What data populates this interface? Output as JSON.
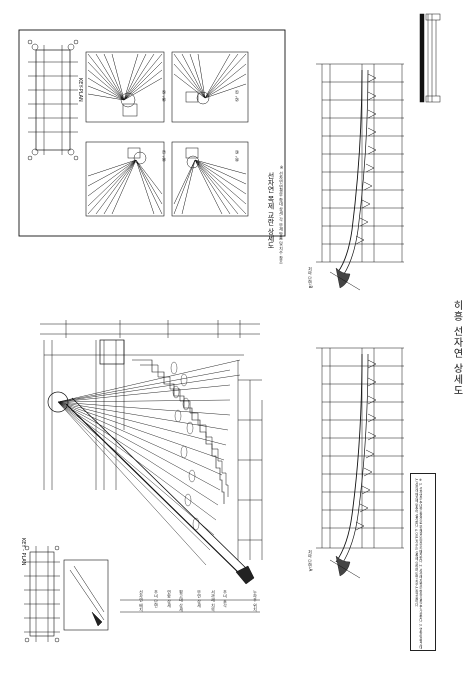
{
  "title": "히흥 선자연 상세도",
  "detail_title": "선자연 목제 교란 상세도",
  "detail_note": "※ 선자연 연결부 확대 상세, 각 부재 맞춤 및 치수 참조",
  "key_plan_label_upper": "KEY-PLAN",
  "key_plan_label_lower": "KEY - PLAN",
  "detail_circle_labels": [
    "①,②",
    "③,④",
    "⑤,⑥",
    "⑦,⑧"
  ],
  "section_labels": [
    "처마 단면 A",
    "처마 단면 B"
  ],
  "side_labels": [
    "선자연 배치",
    "추녀 단면",
    "연함 상세",
    "평고대 상세",
    "부연 상세",
    "서까래 치목",
    "추녀 초각",
    "누하주 위치"
  ],
  "notes": "※ 1. 선자연은 추녀를 중심으로 부채살 모양으로 배치한다.  2. 서까래 치목은 현장 실측 후 가공한다.  3. 연함 및 평고대는 서까래 배치에 맞추어 설치한다.  4. 모든 치수는 실측에 의하며 도면 치수는 참고용이다.",
  "colors": {
    "line": "#111111",
    "paper": "#ffffff"
  }
}
